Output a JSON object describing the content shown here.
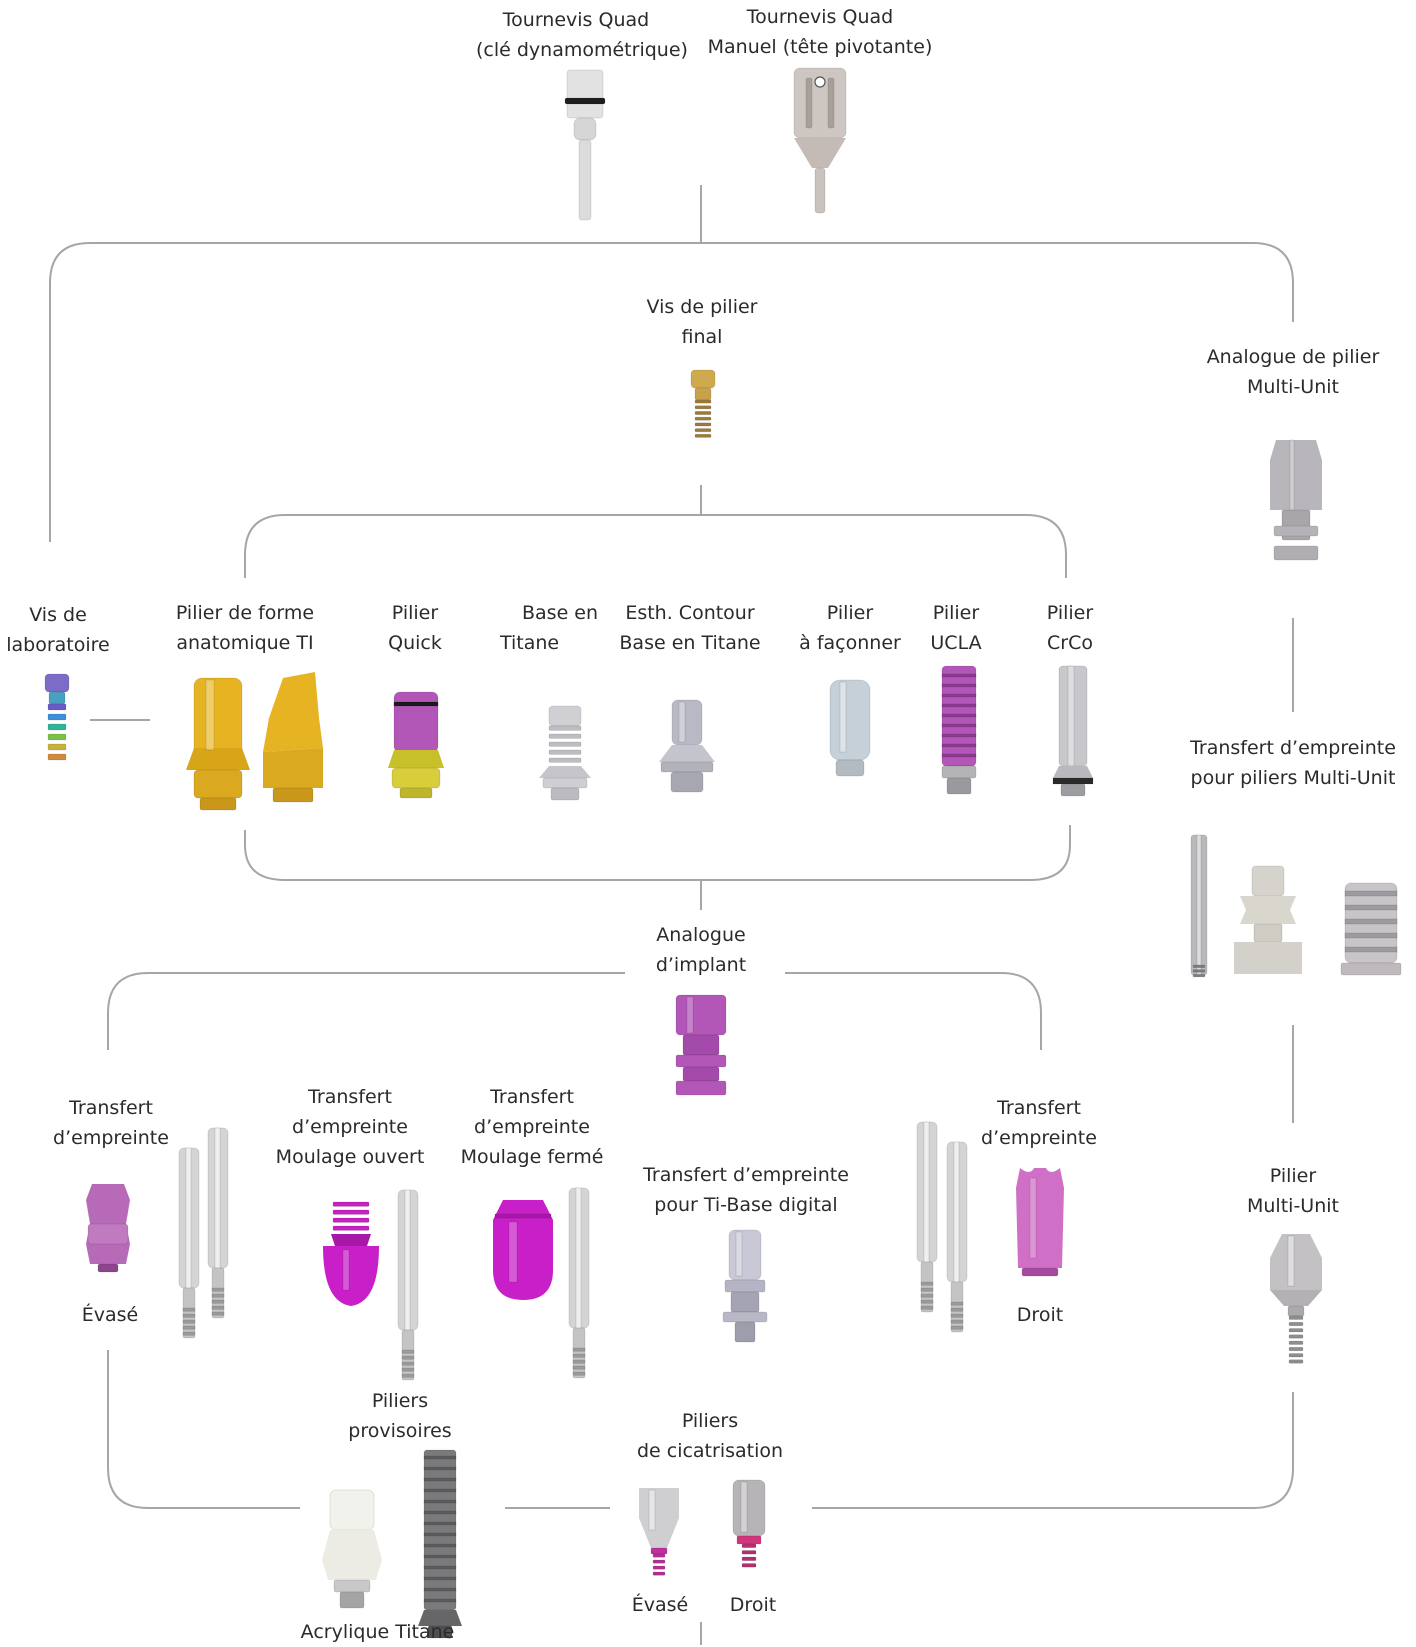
{
  "colors": {
    "connector": "#a6a6a6",
    "gold": "#e6b422",
    "purple": "#b256b8",
    "magenta": "#c81fc8",
    "silver": "#c8c8cc",
    "steel": "#a9a9ae",
    "pink": "#cf6fc6",
    "white_acrylic": "#efefe9",
    "dark_titan": "#6e6e70"
  },
  "labels": {
    "tournevis_cle": [
      "Tournevis Quad",
      "(clé dynamométrique)"
    ],
    "tournevis_manuel": [
      "Tournevis Quad",
      "Manuel (tête pivotante)"
    ],
    "vis_pilier_final": [
      "Vis de pilier",
      "final"
    ],
    "analogue_multi_unit": [
      "Analogue de pilier",
      "Multi-Unit"
    ],
    "vis_laboratoire": [
      "Vis de",
      "laboratoire"
    ],
    "pilier_anatomique": [
      "Pilier de forme",
      "anatomique TI"
    ],
    "pilier_quick": [
      "Pilier",
      "Quick"
    ],
    "base_titane": [
      "Base en",
      "Titane"
    ],
    "esth_contour": [
      "Esth. Contour",
      "Base en Titane"
    ],
    "pilier_faconner": [
      "Pilier",
      "à façonner"
    ],
    "pilier_ucla": [
      "Pilier",
      "UCLA"
    ],
    "pilier_crco": [
      "Pilier",
      "CrCo"
    ],
    "transfert_multi_unit": [
      "Transfert d’empreinte",
      "pour piliers Multi-Unit"
    ],
    "analogue_implant": [
      "Analogue",
      "d’implant"
    ],
    "transfert_evase": [
      "Transfert",
      "d’empreinte"
    ],
    "evase": "Évasé",
    "moulage_ouvert": [
      "Transfert",
      "d’empreinte",
      "Moulage ouvert"
    ],
    "moulage_ferme": [
      "Transfert",
      "d’empreinte",
      "Moulage fermé"
    ],
    "ti_base_digital": [
      "Transfert d’empreinte",
      "pour Ti-Base digital"
    ],
    "transfert_droit": [
      "Transfert",
      "d’empreinte"
    ],
    "droit": "Droit",
    "pilier_multi_unit": [
      "Pilier",
      "Multi-Unit"
    ],
    "piliers_provisoires": [
      "Piliers",
      "provisoires"
    ],
    "acrylique_titane": "Acrylique Titane",
    "piliers_cicatrisation": [
      "Piliers",
      "de cicatrisation"
    ],
    "cicat_evase": "Évasé",
    "cicat_droit": "Droit"
  },
  "components": [
    {
      "id": "tournevis-cle",
      "name": "torque-driver-icon",
      "kind": "driver",
      "color": "silver"
    },
    {
      "id": "tournevis-manuel",
      "name": "manual-driver-icon",
      "kind": "driverHead",
      "color": "steel"
    },
    {
      "id": "vis-pilier-final",
      "name": "abutment-screw-icon",
      "kind": "screw",
      "color": "gold"
    },
    {
      "id": "analogue-mu",
      "name": "multi-unit-analog-icon",
      "kind": "muAnalog",
      "color": "steel"
    },
    {
      "id": "vis-labo",
      "name": "lab-screw-icon",
      "kind": "screw",
      "color": "rainbow"
    },
    {
      "id": "anat-1",
      "name": "anatomic-abutment-straight-icon",
      "kind": "abutment",
      "color": "gold"
    },
    {
      "id": "anat-2",
      "name": "anatomic-abutment-angled-icon",
      "kind": "angled",
      "color": "gold"
    },
    {
      "id": "quick",
      "name": "quick-abutment-icon",
      "kind": "quick",
      "color": "purple"
    },
    {
      "id": "base-titane",
      "name": "titanium-base-icon",
      "kind": "tibase",
      "color": "silver"
    },
    {
      "id": "esth-contour",
      "name": "esthetic-contour-base-icon",
      "kind": "esth",
      "color": "silver"
    },
    {
      "id": "faconner",
      "name": "custom-abutment-icon",
      "kind": "cylinder",
      "color": "silver"
    },
    {
      "id": "ucla",
      "name": "ucla-abutment-icon",
      "kind": "ucla",
      "color": "purple"
    },
    {
      "id": "crco",
      "name": "crco-abutment-icon",
      "kind": "crco",
      "color": "steel"
    },
    {
      "id": "mu-pin",
      "name": "multi-unit-transfer-pin-icon",
      "kind": "pin",
      "color": "steel"
    },
    {
      "id": "mu-open",
      "name": "multi-unit-open-transfer-icon",
      "kind": "muOpen",
      "color": "silver"
    },
    {
      "id": "mu-closed",
      "name": "multi-unit-closed-transfer-icon",
      "kind": "muClosed",
      "color": "steel"
    },
    {
      "id": "analogue-implant",
      "name": "implant-analog-icon",
      "kind": "implantAnalog",
      "color": "purple"
    },
    {
      "id": "transfert-evase",
      "name": "flared-transfer-icon",
      "kind": "flared",
      "color": "purple"
    },
    {
      "id": "transfert-evase-pin-a",
      "name": "flared-transfer-pin-short-icon",
      "kind": "pinLong",
      "color": "silver"
    },
    {
      "id": "transfert-evase-pin-b",
      "name": "flared-transfer-pin-long-icon",
      "kind": "pinLong",
      "color": "silver"
    },
    {
      "id": "ouvert",
      "name": "open-tray-transfer-icon",
      "kind": "open",
      "color": "magenta"
    },
    {
      "id": "ouvert-pin",
      "name": "open-tray-pin-icon",
      "kind": "pinLong",
      "color": "silver"
    },
    {
      "id": "ferme",
      "name": "closed-tray-transfer-icon",
      "kind": "closed",
      "color": "magenta"
    },
    {
      "id": "ferme-pin",
      "name": "closed-tray-pin-icon",
      "kind": "pinLong",
      "color": "silver"
    },
    {
      "id": "ti-digital",
      "name": "digital-tibase-transfer-icon",
      "kind": "digital",
      "color": "silver"
    },
    {
      "id": "droit-pin-a",
      "name": "straight-transfer-pin-long-icon",
      "kind": "pinLong",
      "color": "silver"
    },
    {
      "id": "droit-pin-b",
      "name": "straight-transfer-pin-short-icon",
      "kind": "pinLong",
      "color": "silver"
    },
    {
      "id": "transfert-droit",
      "name": "straight-transfer-icon",
      "kind": "straight",
      "color": "pink"
    },
    {
      "id": "pilier-mu",
      "name": "multi-unit-abutment-icon",
      "kind": "muAbut",
      "color": "steel"
    },
    {
      "id": "acrylique",
      "name": "acrylic-temporary-abutment-icon",
      "kind": "acrylic",
      "color": "white_acrylic"
    },
    {
      "id": "titane-prov",
      "name": "titanium-temporary-abutment-icon",
      "kind": "titanTemp",
      "color": "dark_titan"
    },
    {
      "id": "cicat-evase",
      "name": "flared-healing-abutment-icon",
      "kind": "heal",
      "color": "silver"
    },
    {
      "id": "cicat-droit",
      "name": "straight-healing-abutment-icon",
      "kind": "healStraight",
      "color": "steel"
    }
  ]
}
